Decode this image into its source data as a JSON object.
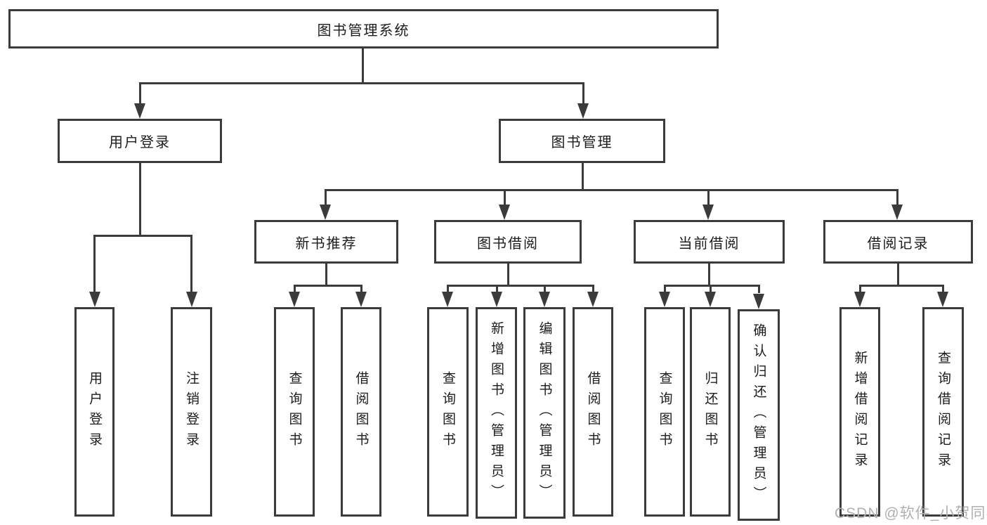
{
  "diagram": {
    "type": "hierarchy-tree",
    "root": {
      "label": "图书管理系统"
    },
    "branches": [
      {
        "label": "用户登录",
        "children": [
          {
            "label": "用户登录"
          },
          {
            "label": "注销登录"
          }
        ]
      },
      {
        "label": "图书管理",
        "children": [
          {
            "label": "新书推荐",
            "children": [
              {
                "label": "查询图书"
              },
              {
                "label": "借阅图书"
              }
            ]
          },
          {
            "label": "图书借阅",
            "children": [
              {
                "label": "查询图书"
              },
              {
                "label": "新增图书（管理员）"
              },
              {
                "label": "编辑图书（管理员）"
              },
              {
                "label": "借阅图书"
              }
            ]
          },
          {
            "label": "当前借阅",
            "children": [
              {
                "label": "查询图书"
              },
              {
                "label": "归还图书"
              },
              {
                "label": "确认归还（管理员）"
              }
            ]
          },
          {
            "label": "借阅记录",
            "children": [
              {
                "label": "新增借阅记录"
              },
              {
                "label": "查询借阅记录"
              }
            ]
          }
        ]
      }
    ]
  },
  "watermark": {
    "text": "CSDN @软件_小贺同学",
    "color": "#b0b0b0"
  },
  "colors": {
    "line": "#3b3b3b",
    "text": "#1c1c1c",
    "background": "#ffffff"
  }
}
